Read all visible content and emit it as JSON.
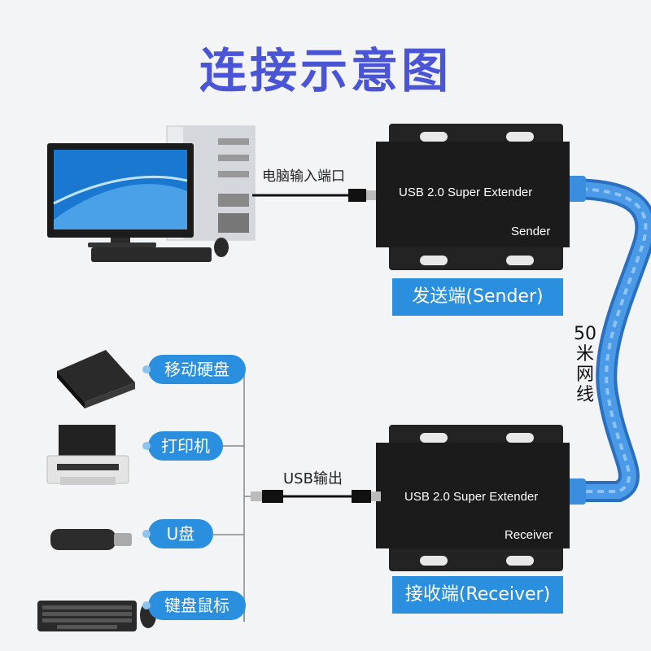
{
  "title": "连接示意图",
  "computer_port_label": "电脑输入端口",
  "sender": {
    "device_text": "USB 2.0  Super Extender",
    "device_role": "Sender",
    "label": "发送端(Sender)"
  },
  "receiver": {
    "device_text": "USB 2.0  Super Extender",
    "device_role": "Receiver",
    "label": "接收端(Receiver)"
  },
  "cable_label": [
    "50",
    "米",
    "网",
    "线"
  ],
  "usb_out_label": "USB输出",
  "peripherals": [
    {
      "label": "移动硬盘",
      "icon": "hard-drive-icon"
    },
    {
      "label": "打印机",
      "icon": "printer-icon"
    },
    {
      "label": "U盘",
      "icon": "usb-drive-icon"
    },
    {
      "label": "键盘鼠标",
      "icon": "keyboard-mouse-icon"
    }
  ],
  "colors": {
    "title": "#4a55d6",
    "accent": "#2b8fe0",
    "cable": "#3a86d9",
    "device": "#1e1e1e"
  }
}
